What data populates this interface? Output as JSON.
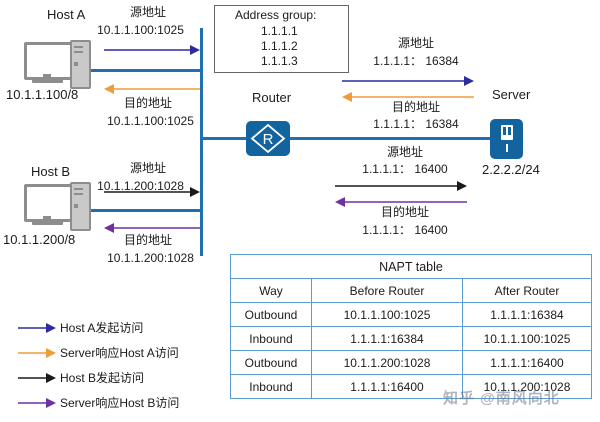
{
  "diagram": {
    "title": "NAPT (Network Address Port Translation) diagram",
    "colors": {
      "wire": "#1f6fb2",
      "device": "#13639f",
      "host_a_flow": "#2c2c9e",
      "server_to_a_flow": "#ed9d3a",
      "host_b_flow": "#1a1a1a",
      "server_to_b_flow": "#7030a0",
      "table_border": "#5b9bd5"
    }
  },
  "hosts": {
    "a": {
      "name": "Host A",
      "address": "10.1.1.100/8",
      "out_label_top": "源地址",
      "out_label_value": "10.1.1.100:1025",
      "in_label_top": "目的地址",
      "in_label_value": "10.1.1.100:1025"
    },
    "b": {
      "name": "Host B",
      "address": "10.1.1.200/8",
      "out_label_top": "源地址",
      "out_label_value": "10.1.1.200:1028",
      "in_label_top": "目的地址",
      "in_label_value": "10.1.1.200:1028"
    }
  },
  "router": {
    "name": "Router",
    "icon_letter": "R"
  },
  "server": {
    "name": "Server",
    "address": "2.2.2.2/24"
  },
  "address_group": {
    "title": "Address group:",
    "entries": [
      "1.1.1.1",
      "1.1.1.2",
      "1.1.1.3"
    ]
  },
  "wan_flows": {
    "a_out_label": "源地址",
    "a_out_value": "1.1.1.1： 16384",
    "a_in_label": "目的地址",
    "a_in_value": "1.1.1.1： 16384",
    "b_out_label": "源地址",
    "b_out_value": "1.1.1.1： 16400",
    "b_in_label": "目的地址",
    "b_in_value": "1.1.1.1： 16400"
  },
  "napt_table": {
    "title": "NAPT table",
    "headers": [
      "Way",
      "Before Router",
      "After Router"
    ],
    "rows": [
      [
        "Outbound",
        "10.1.1.100:1025",
        "1.1.1.1:16384"
      ],
      [
        "Inbound",
        "1.1.1.1:16384",
        "10.1.1.100:1025"
      ],
      [
        "Outbound",
        "10.1.1.200:1028",
        "1.1.1.1:16400"
      ],
      [
        "Inbound",
        "1.1.1.1:16400",
        "10.1.1.200:1028"
      ]
    ]
  },
  "legend": {
    "items": [
      {
        "label": "Host A发起访问",
        "color": "#2c2c9e"
      },
      {
        "label": "Server响应Host A访问",
        "color": "#ed9d3a"
      },
      {
        "label": "Host B发起访问",
        "color": "#1a1a1a"
      },
      {
        "label": "Server响应Host B访问",
        "color": "#7030a0"
      }
    ]
  },
  "watermark": {
    "text": "知乎 @南风向北"
  }
}
